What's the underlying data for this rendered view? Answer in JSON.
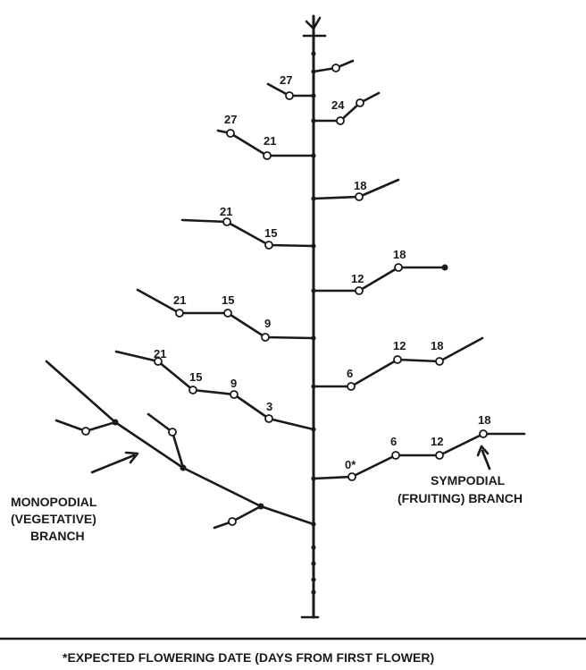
{
  "labels": {
    "monopodial": [
      "MONOPODIAL",
      "(VEGETATIVE)",
      "BRANCH"
    ],
    "sympodial": [
      "SYMPODIAL",
      "(FRUITING) BRANCH"
    ],
    "footnote": "*EXPECTED FLOWERING DATE (DAYS FROM FIRST FLOWER)"
  },
  "numbers": {
    "l1a": "27",
    "r1a": "24",
    "l2a": "27",
    "l2b": "21",
    "r2a": "18",
    "l3a": "21",
    "l3b": "15",
    "r3a": "12",
    "r3b": "18",
    "l4a": "21",
    "l4b": "15",
    "l4c": "9",
    "r4a": "6",
    "r4b": "12",
    "r4c": "18",
    "l5a": "21",
    "l5b": "15",
    "l5c": "9",
    "l5d": "3",
    "r5a": "0*",
    "r5b": "6",
    "r5c": "12",
    "r5d": "18"
  },
  "colors": {
    "ink": "#1a1a1a",
    "background": "#ffffff"
  }
}
